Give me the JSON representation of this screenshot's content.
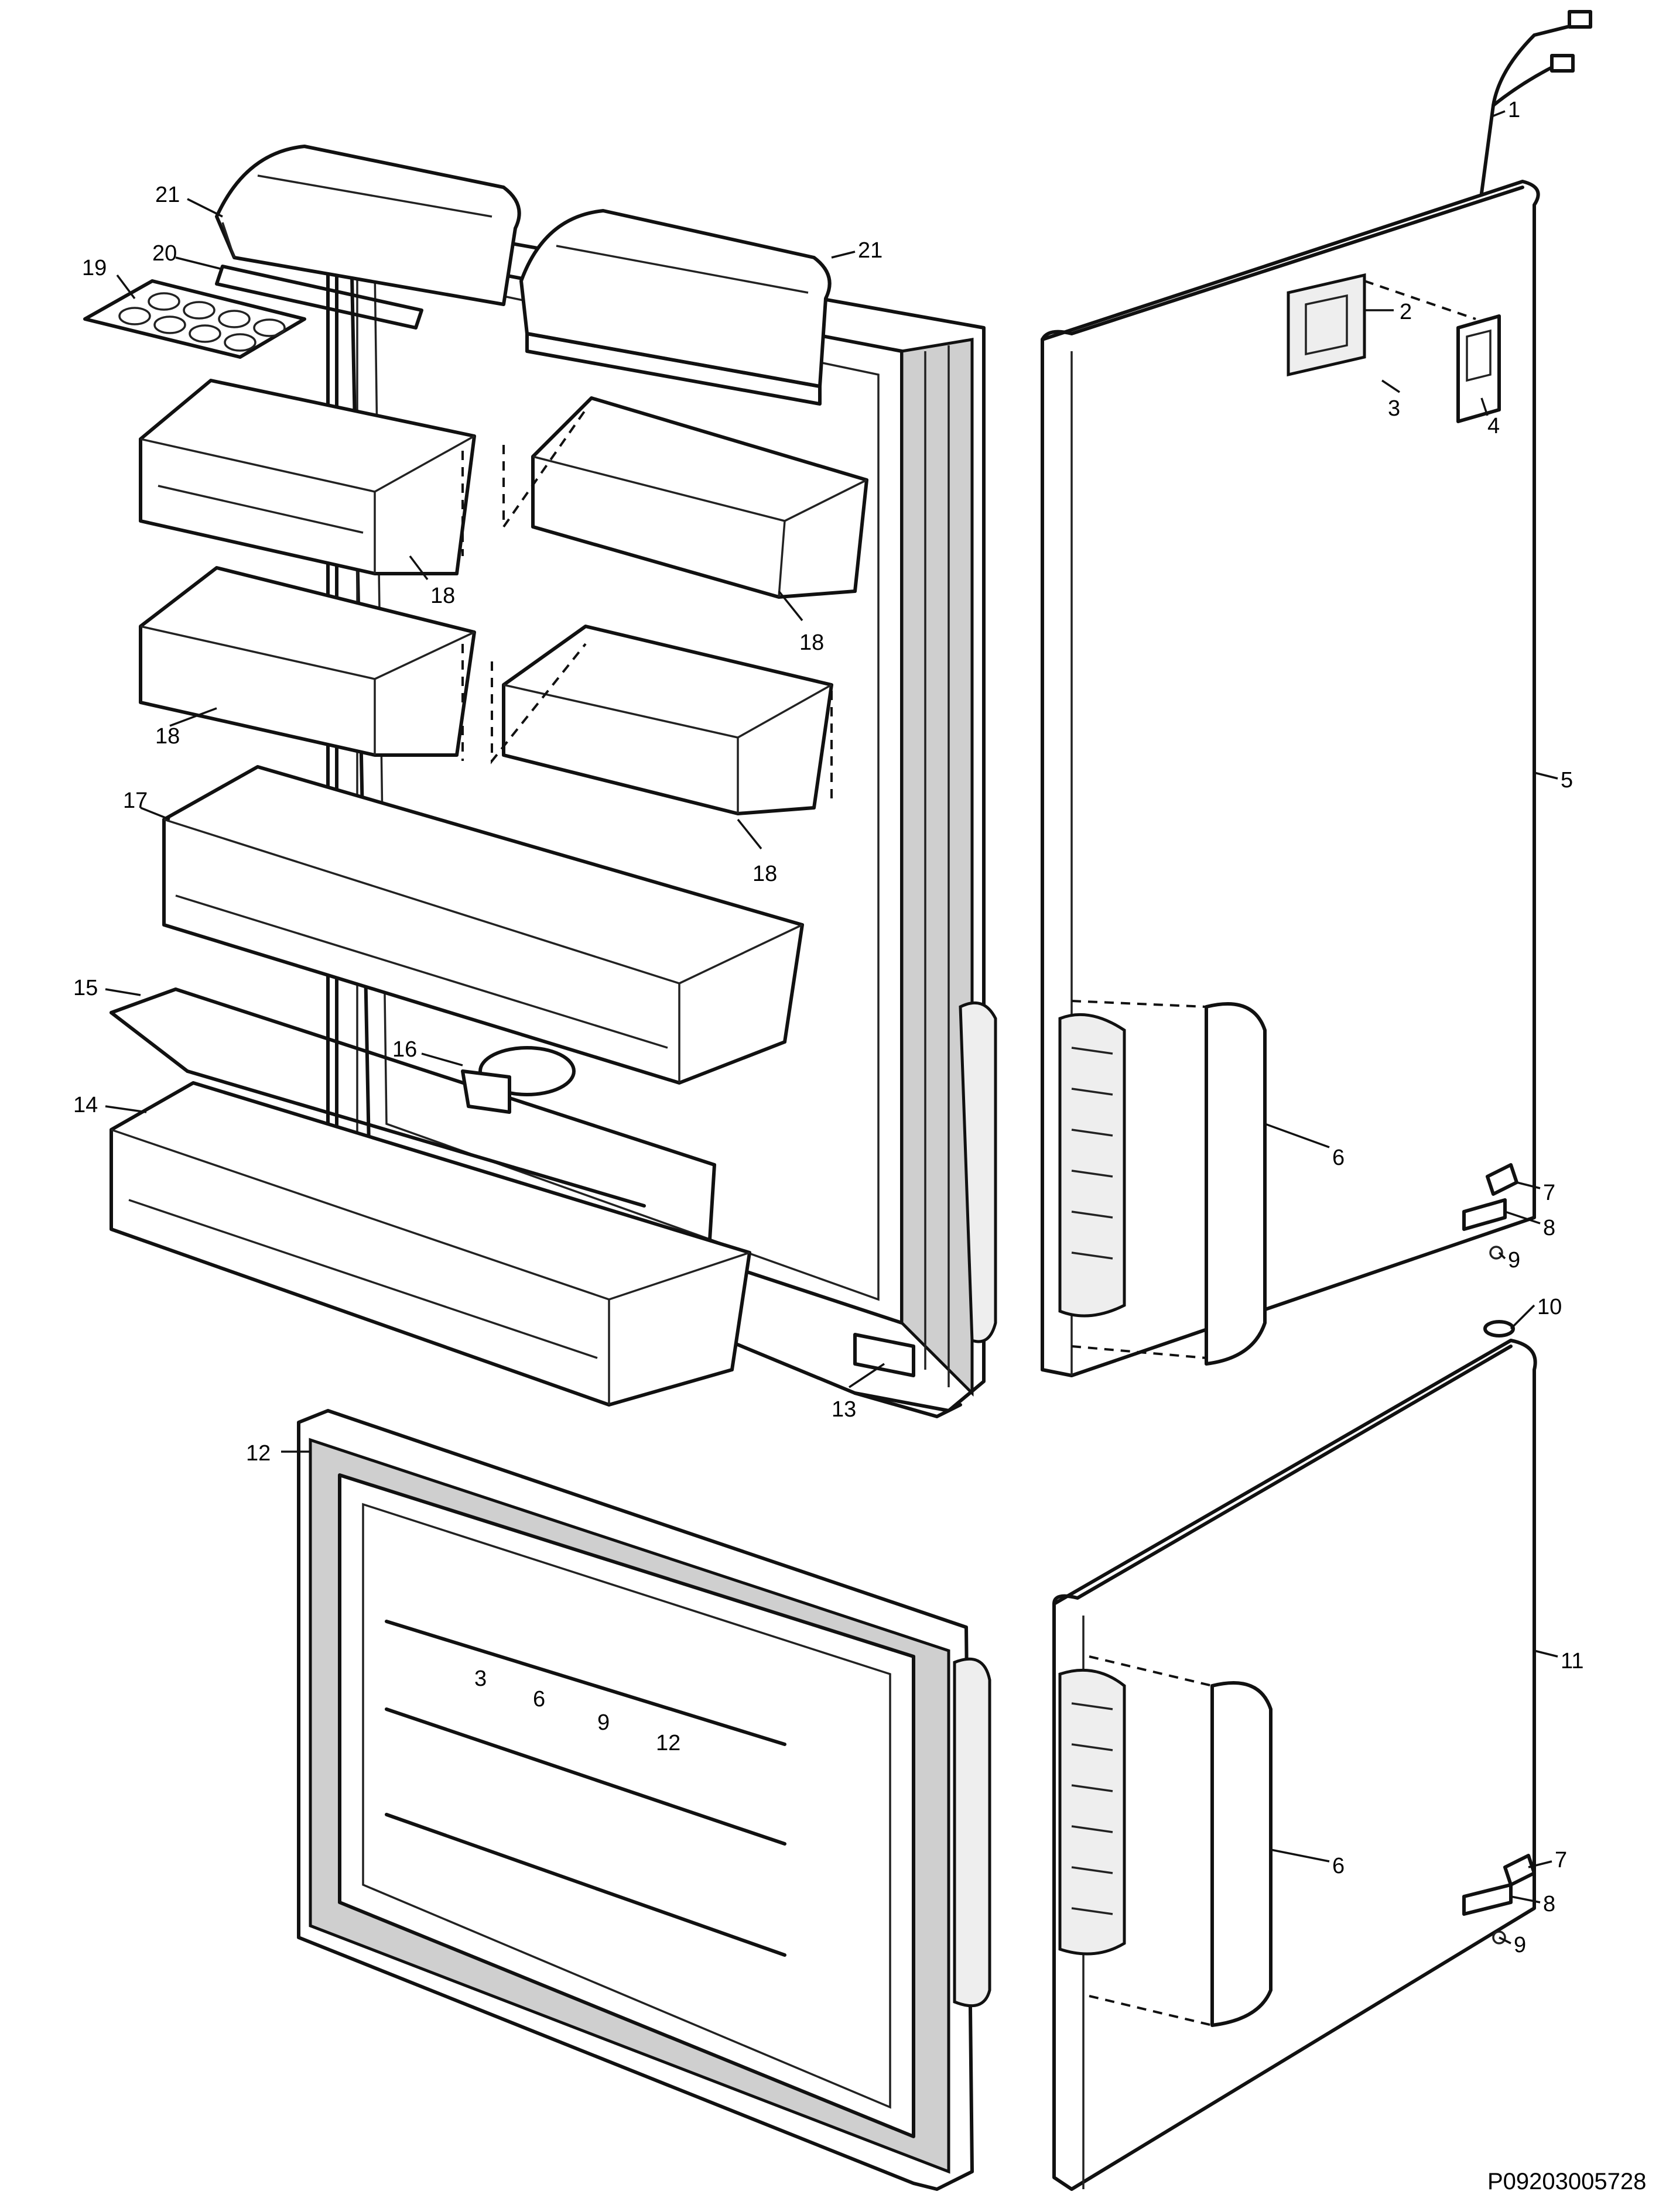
{
  "drawing_reference": "P09203005728",
  "temperature_scale": [
    "3",
    "6",
    "9",
    "12"
  ],
  "labels": [
    {
      "id": "l1",
      "text": "1"
    },
    {
      "id": "l2",
      "text": "2"
    },
    {
      "id": "l3",
      "text": "3"
    },
    {
      "id": "l4",
      "text": "4"
    },
    {
      "id": "l5",
      "text": "5"
    },
    {
      "id": "l6a",
      "text": "6"
    },
    {
      "id": "l6b",
      "text": "6"
    },
    {
      "id": "l7a",
      "text": "7"
    },
    {
      "id": "l7b",
      "text": "7"
    },
    {
      "id": "l8a",
      "text": "8"
    },
    {
      "id": "l8b",
      "text": "8"
    },
    {
      "id": "l9a",
      "text": "9"
    },
    {
      "id": "l9b",
      "text": "9"
    },
    {
      "id": "l10",
      "text": "10"
    },
    {
      "id": "l11",
      "text": "11"
    },
    {
      "id": "l12",
      "text": "12"
    },
    {
      "id": "l13",
      "text": "13"
    },
    {
      "id": "l14",
      "text": "14"
    },
    {
      "id": "l15",
      "text": "15"
    },
    {
      "id": "l16",
      "text": "16"
    },
    {
      "id": "l17",
      "text": "17"
    },
    {
      "id": "l18a",
      "text": "18"
    },
    {
      "id": "l18b",
      "text": "18"
    },
    {
      "id": "l18c",
      "text": "18"
    },
    {
      "id": "l18d",
      "text": "18"
    },
    {
      "id": "l19",
      "text": "19"
    },
    {
      "id": "l20",
      "text": "20"
    },
    {
      "id": "l21a",
      "text": "21"
    },
    {
      "id": "l21b",
      "text": "21"
    }
  ]
}
